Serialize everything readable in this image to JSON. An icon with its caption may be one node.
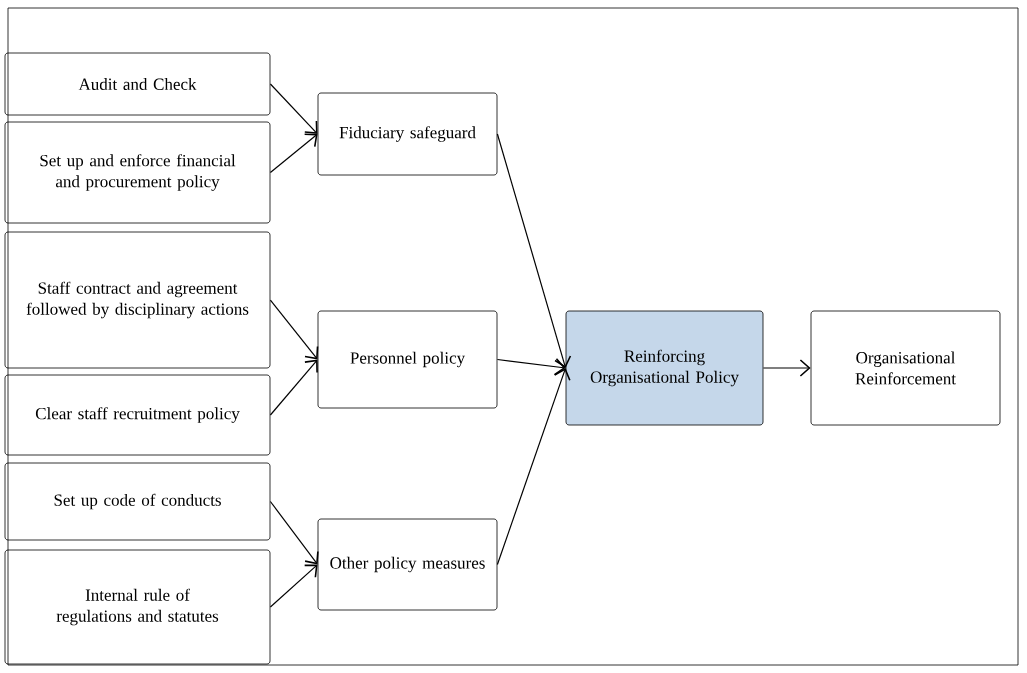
{
  "diagram": {
    "nodes": [
      {
        "text": [
          "Audit and Check"
        ]
      },
      {
        "text": [
          "Set up and enforce financial and procurement policy"
        ]
      },
      {
        "text": [
          "Staff contract and agreement followed by disciplinary actions"
        ]
      },
      {
        "text": [
          "Clear staff recruitment policy"
        ]
      },
      {
        "text": [
          "Set up code of conducts"
        ]
      },
      {
        "text": [
          "Internal rule of regulations and statutes"
        ]
      },
      {
        "text": [
          "Fiduciary safeguard"
        ]
      },
      {
        "text": [
          "Personnel policy"
        ]
      },
      {
        "text": [
          "Other policy measures"
        ]
      },
      {
        "text": [
          "Reinforcing Organisational Policy"
        ]
      },
      {
        "text": [
          "Organisational Reinforcement"
        ]
      }
    ],
    "edges": [
      {
        "from": 0,
        "to": 6,
        "arrow": "to"
      },
      {
        "from": 1,
        "to": 6,
        "arrow": "to"
      },
      {
        "from": 2,
        "to": 7,
        "arrow": "to"
      },
      {
        "from": 3,
        "to": 7,
        "arrow": "to"
      },
      {
        "from": 4,
        "to": 8,
        "arrow": "to"
      },
      {
        "from": 5,
        "to": 8,
        "arrow": "to"
      },
      {
        "from": 6,
        "to": 9,
        "arrow": "to"
      },
      {
        "from": 7,
        "to": 9,
        "arrow": "to"
      },
      {
        "from": 8,
        "to": 9,
        "arrow": "to"
      },
      {
        "from": 9,
        "to": 10,
        "arrow": "to"
      }
    ]
  }
}
